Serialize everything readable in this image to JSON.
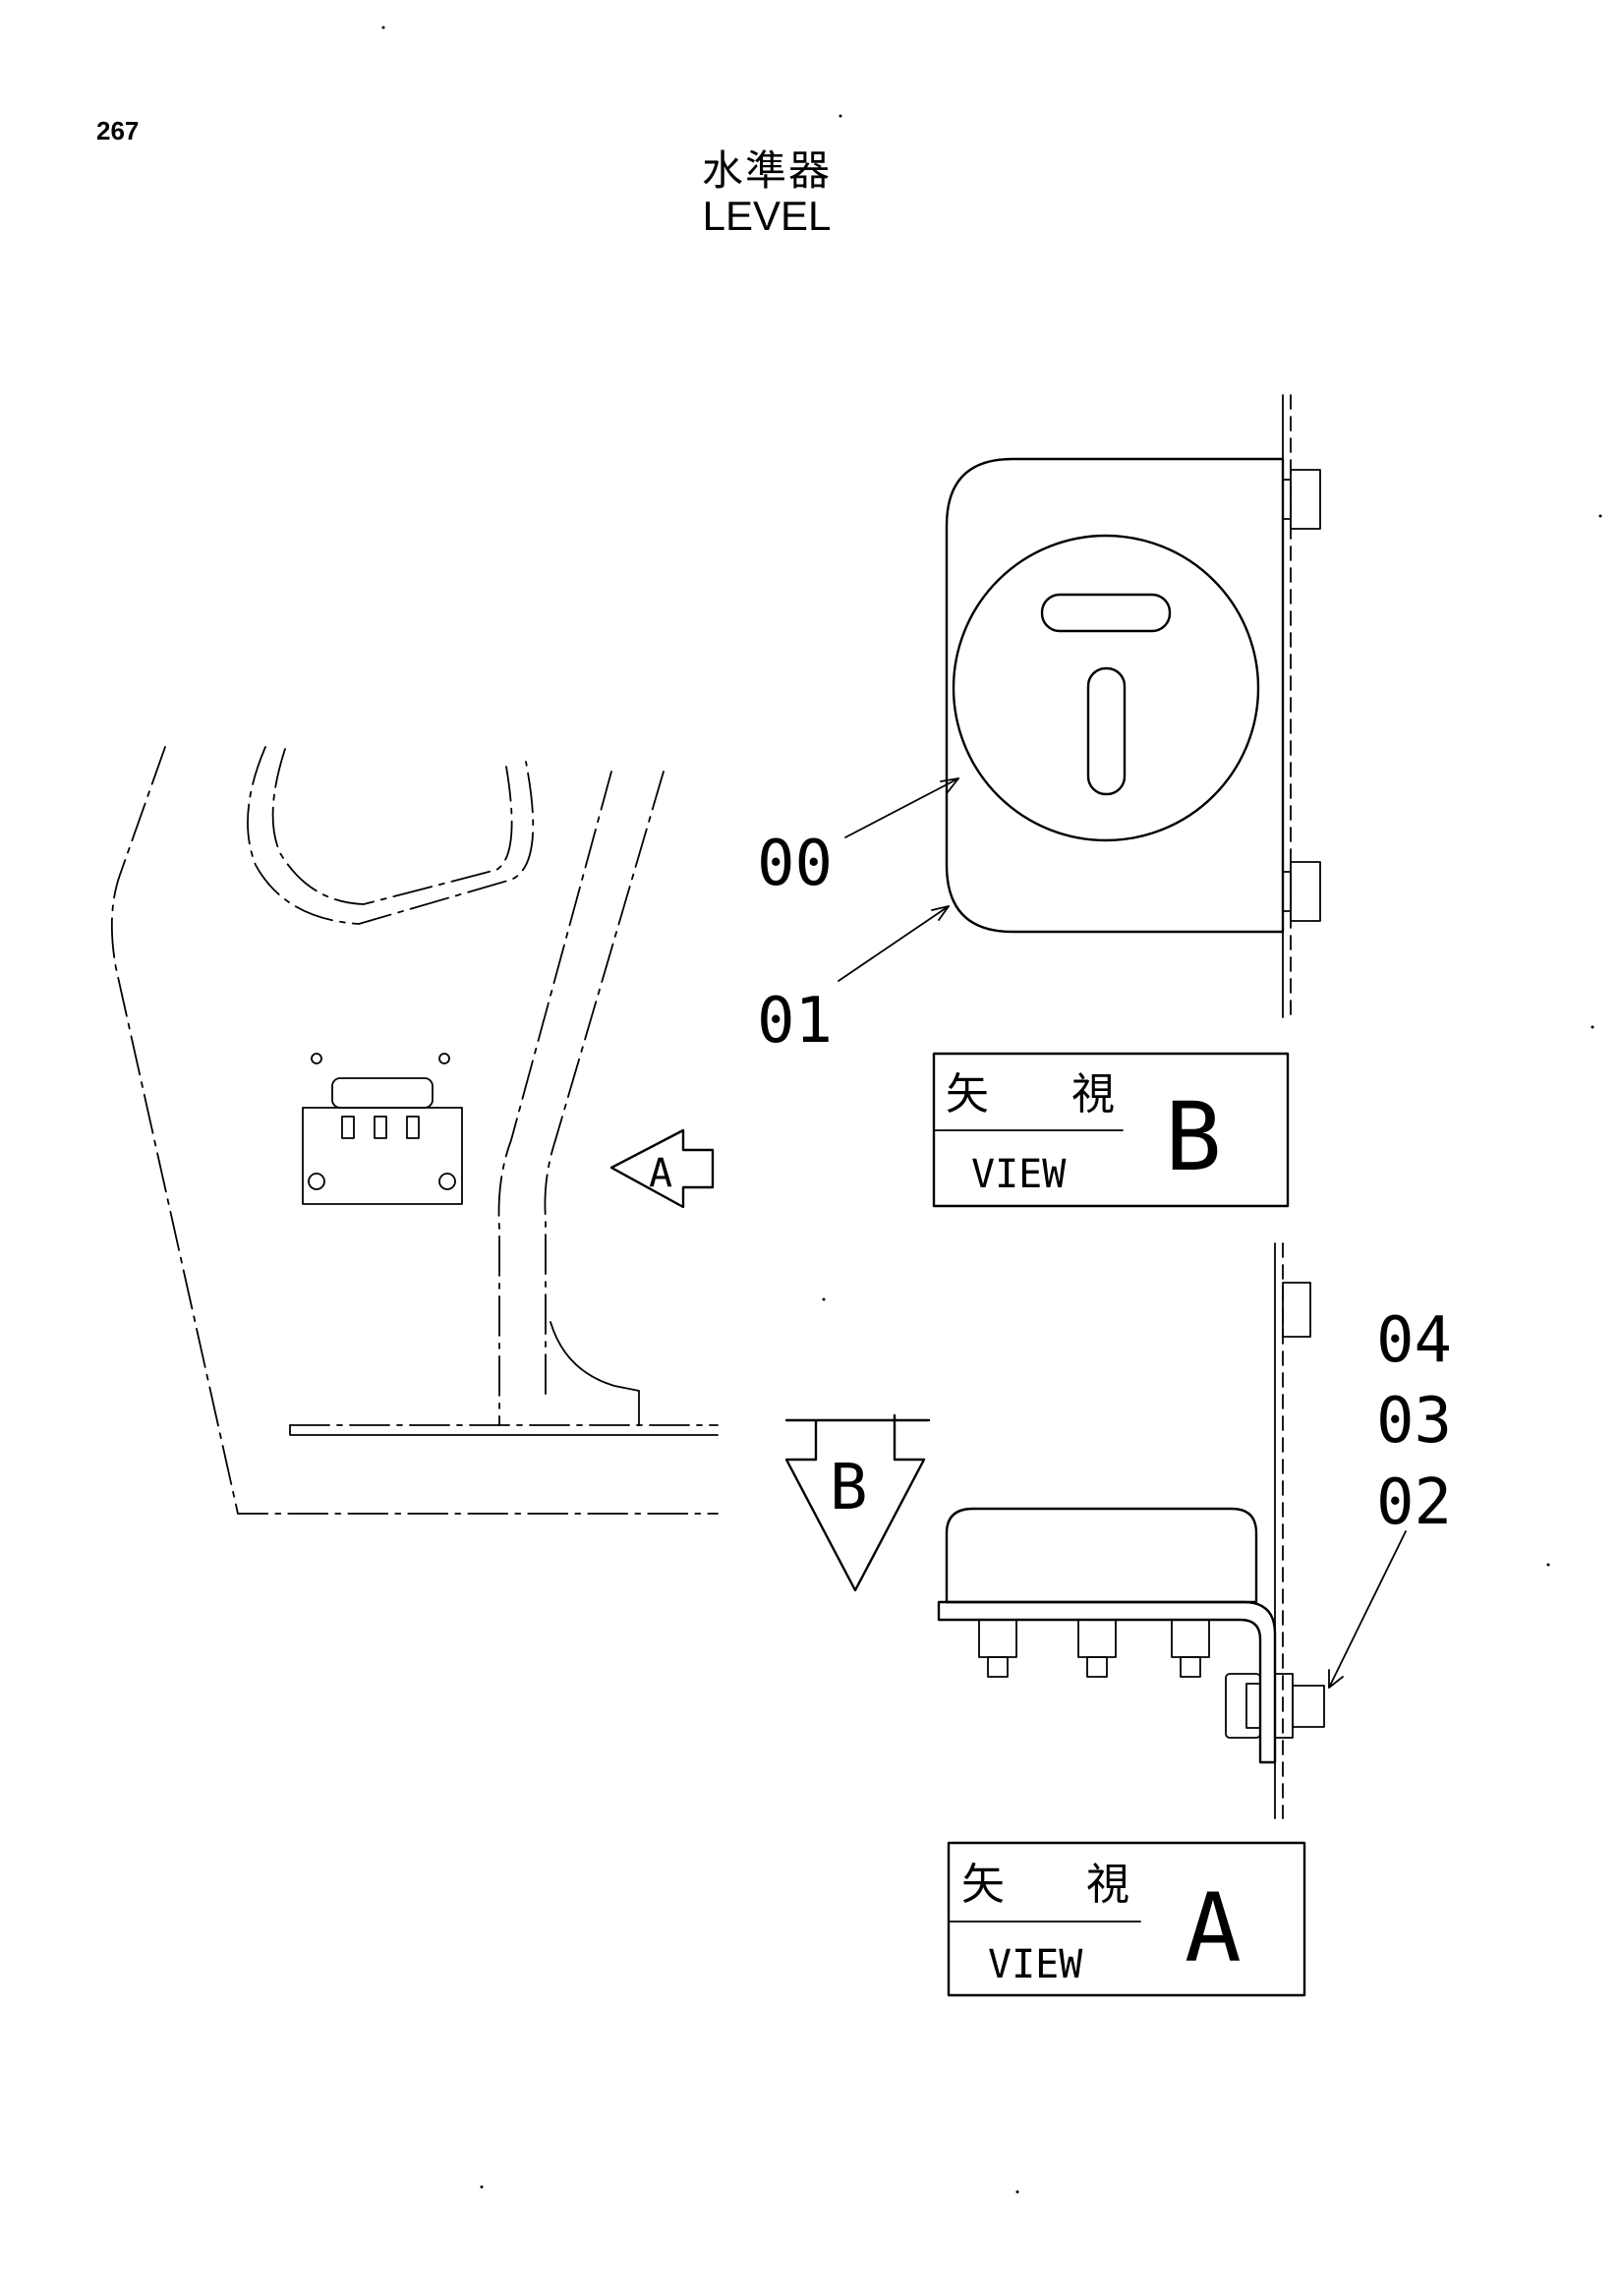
{
  "page_number": "267",
  "title_jp": "水準器",
  "title_en": "LEVEL",
  "part_labels": [
    "00",
    "01",
    "02",
    "03",
    "04"
  ],
  "view_b": {
    "jp_left": "矢",
    "jp_right": "視",
    "en": "VIEW",
    "letter": "B"
  },
  "view_a": {
    "jp_left": "矢",
    "jp_right": "視",
    "en": "VIEW",
    "letter": "A"
  },
  "arrow_a_letter": "A",
  "arrow_b_letter": "B"
}
